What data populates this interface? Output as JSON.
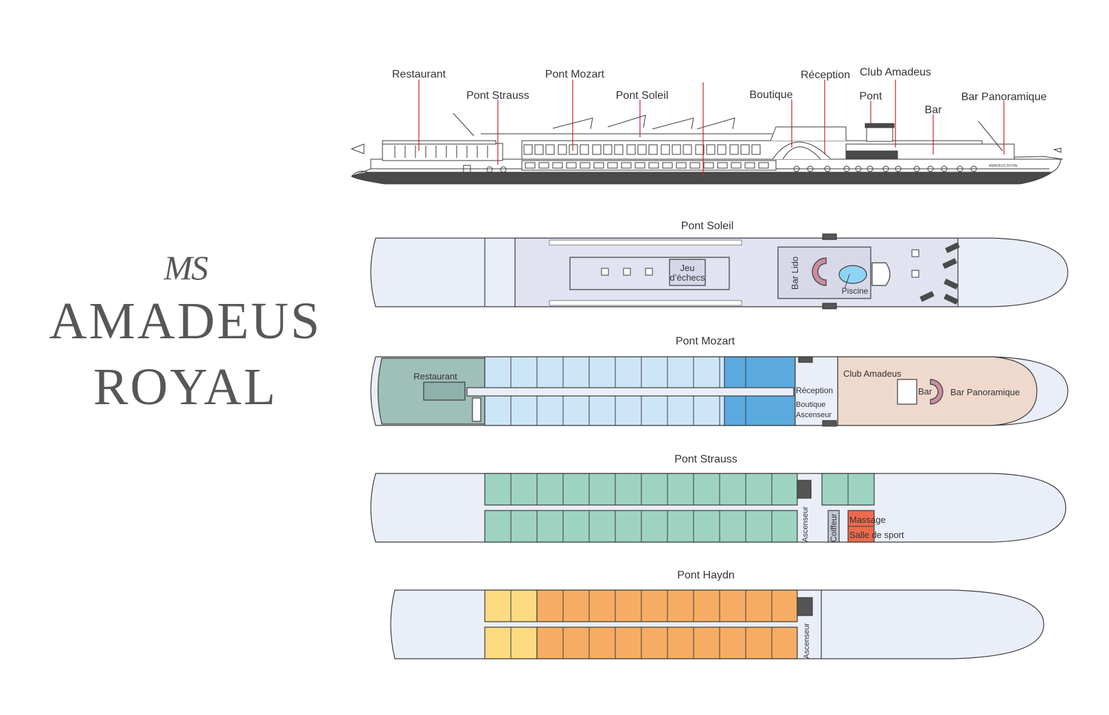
{
  "title": {
    "prefix": "MS",
    "line1": "AMADEUS",
    "line2": "ROYAL"
  },
  "hull_name": "AMADEUS ROYAL",
  "profile_labels": {
    "restaurant": "Restaurant",
    "pont_strauss": "Pont Strauss",
    "pont_mozart": "Pont Mozart",
    "pont_soleil": "Pont Soleil",
    "boutique": "Boutique",
    "reception": "Réception",
    "club_amadeus": "Club Amadeus",
    "pont": "Pont",
    "bar": "Bar",
    "bar_panoramique": "Bar Panoramique"
  },
  "decks": {
    "soleil": {
      "title": "Pont Soleil",
      "jeu_line1": "Jeu",
      "jeu_line2": "d’échecs",
      "bar_lido": "Bar Lido",
      "piscine": "Piscine"
    },
    "mozart": {
      "title": "Pont Mozart",
      "restaurant": "Restaurant",
      "club_amadeus": "Club Amadeus",
      "reception": "Réception",
      "boutique": "Boutique",
      "ascenseur": "Ascenseur",
      "bar": "Bar",
      "bar_panoramique": "Bar Panoramique"
    },
    "strauss": {
      "title": "Pont Strauss",
      "ascenseur": "Ascenseur",
      "coiffeur": "Coiffeur",
      "massage": "Massage",
      "salle_de_sport": "Salle de sport"
    },
    "haydn": {
      "title": "Pont Haydn",
      "ascenseur": "Ascenseur"
    }
  },
  "colors": {
    "outline": "#3a3a3a",
    "open_deck": "#e9eef8",
    "sun_deck": "#e1e3f1",
    "pool": "#8fd3f4",
    "bar_arc": "#c98da0",
    "restaurant": "#9fbfb9",
    "cabin_light_blue": "#cde6f7",
    "cabin_blue": "#5aaae0",
    "lounge": "#efd9cd",
    "cabin_green": "#9ed3c2",
    "spa": "#ec6a4c",
    "cabin_yellow": "#fddb80",
    "cabin_orange": "#f6ad63",
    "pointer": "#cc1f2d"
  }
}
